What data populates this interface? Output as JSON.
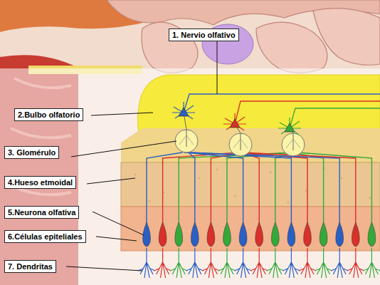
{
  "diagram": {
    "labels": [
      "1. Nervio olfativo",
      "2.Bulbo olfatorio",
      "3. Glomérulo",
      "4.Hueso etmoidal",
      "5.Neurona olfativa",
      "6.Células epiteliales",
      "7. Dendritas"
    ]
  }
}
